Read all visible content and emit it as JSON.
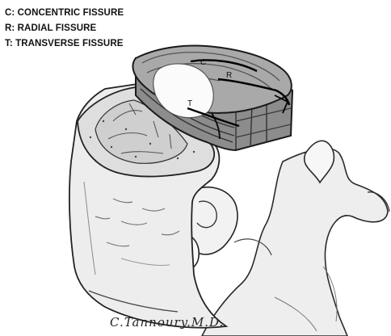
{
  "legend": [
    "C: CONCENTRIC FISSURE",
    "R: RADIAL FISSURE",
    "T: TRANSVERSE FISSURE"
  ],
  "labels": {
    "c": "C",
    "r": "R",
    "t": "T"
  },
  "signature": "C.Tannoury.M.D."
}
